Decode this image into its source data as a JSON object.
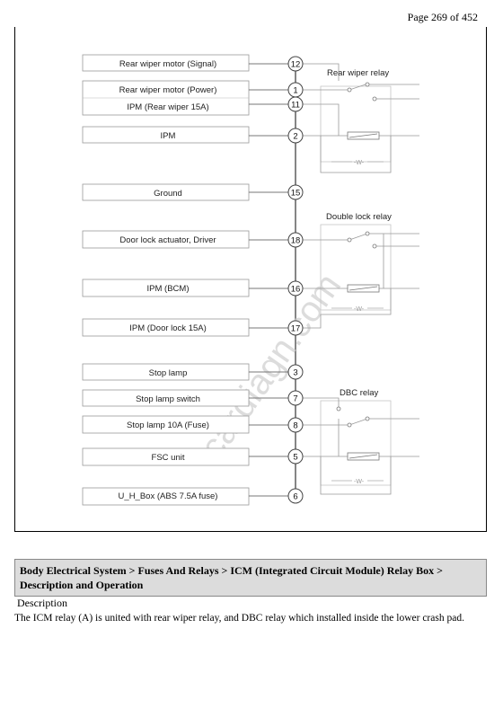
{
  "header": {
    "page_number": "Page 269 of 452"
  },
  "diagram": {
    "rows": [
      {
        "label": "Rear wiper motor (Signal)",
        "pin": "12"
      },
      {
        "label": "Rear wiper motor (Power)",
        "pin": "1"
      },
      {
        "label": "IPM (Rear wiper 15A)",
        "pin": "11"
      },
      {
        "label": "IPM",
        "pin": "2"
      },
      {
        "label": "Ground",
        "pin": "15"
      },
      {
        "label": "Door lock actuator, Driver",
        "pin": "18"
      },
      {
        "label": "IPM (BCM)",
        "pin": "16"
      },
      {
        "label": "IPM (Door lock 15A)",
        "pin": "17"
      },
      {
        "label": "Stop lamp",
        "pin": "3"
      },
      {
        "label": "Stop lamp switch",
        "pin": "7"
      },
      {
        "label": "Stop lamp 10A (Fuse)",
        "pin": "8"
      },
      {
        "label": "FSC unit",
        "pin": "5"
      },
      {
        "label": "U_H_Box (ABS 7.5A fuse)",
        "pin": "6"
      }
    ],
    "relays": [
      {
        "label": "Rear wiper relay"
      },
      {
        "label": "Double lock relay"
      },
      {
        "label": "DBC relay"
      }
    ],
    "watermark": "cardiagn.com"
  },
  "breadcrumb": {
    "text": "Body Electrical System > Fuses And Relays > ICM (Integrated Circuit Module) Relay Box > Description and Operation"
  },
  "description": {
    "heading": "Description",
    "body": "The ICM relay (A) is united with rear wiper relay, and DBC relay which installed inside the lower crash pad."
  }
}
